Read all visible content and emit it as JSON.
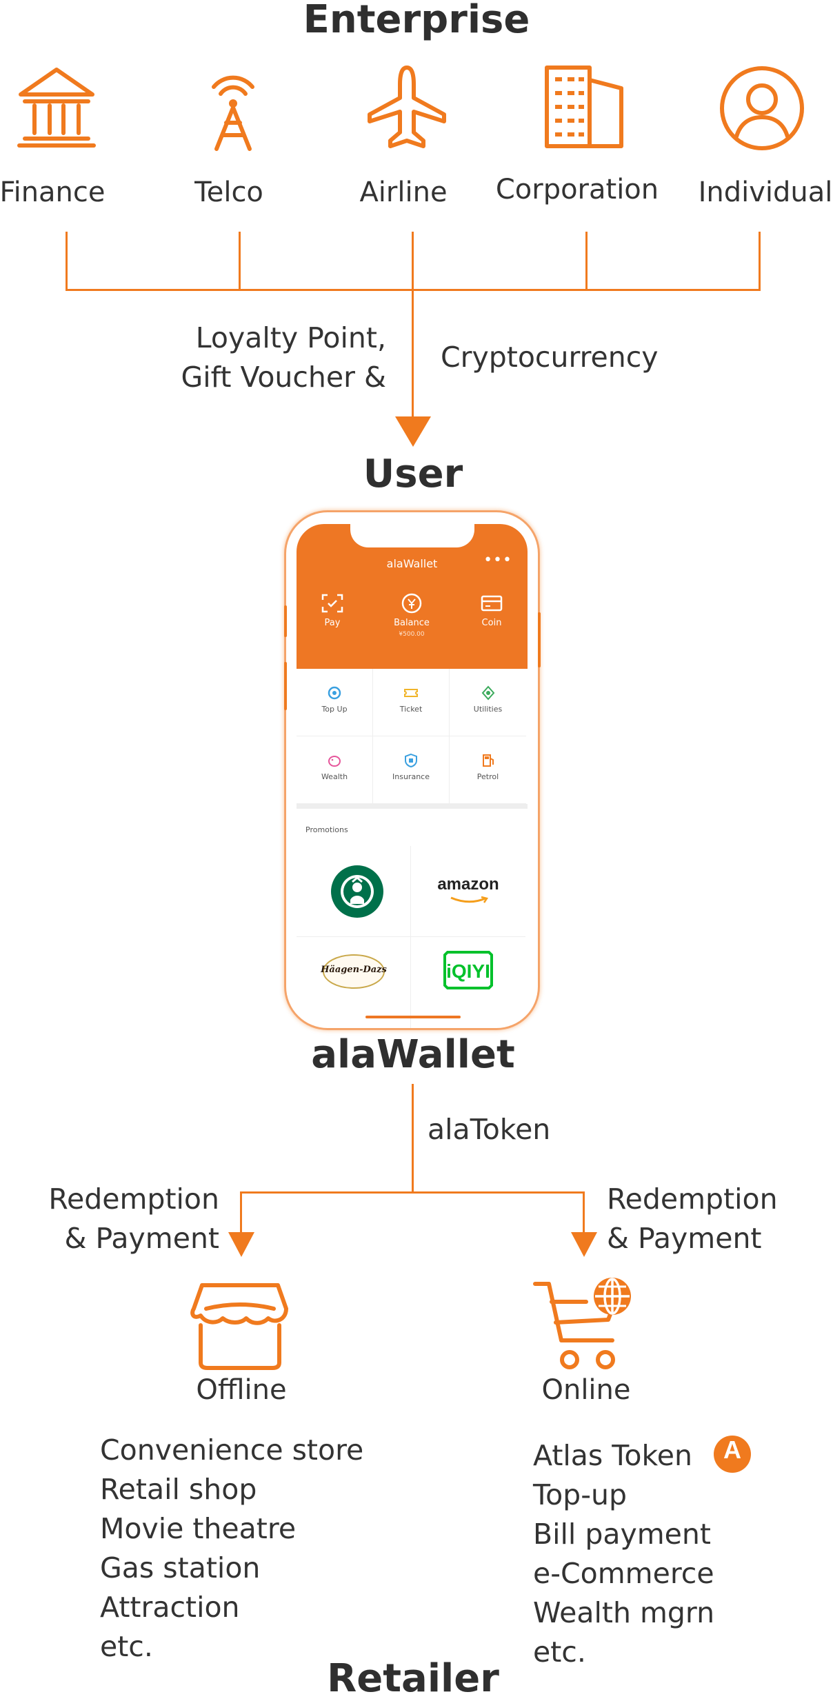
{
  "top": {
    "heading": "Enterprise"
  },
  "enterprises": [
    {
      "label": "Finance",
      "icon": "bank-icon"
    },
    {
      "label": "Telco",
      "icon": "radio-tower-icon"
    },
    {
      "label": "Airline",
      "icon": "airplane-icon"
    },
    {
      "label": "Corporation",
      "icon": "office-building-icon"
    },
    {
      "label": "Individual",
      "icon": "person-icon"
    }
  ],
  "flow_labels": {
    "rewards_line1": "Loyalty Point,",
    "rewards_line2": "Gift Voucher &",
    "crypto": "Cryptocurrency",
    "token": "alaToken",
    "redemption_left_line1": "Redemption",
    "redemption_left_line2": "& Payment",
    "redemption_right_line1": "Redemption",
    "redemption_right_line2": "& Payment"
  },
  "user": {
    "heading": "User"
  },
  "wallet_app": {
    "title": "alaWallet",
    "more": "•••",
    "actions": [
      {
        "label": "Pay",
        "icon": "scan-icon"
      },
      {
        "label": "Balance",
        "icon": "yen-coin-icon",
        "sub": "¥500.00"
      },
      {
        "label": "Coin",
        "icon": "card-icon"
      }
    ],
    "services": [
      {
        "label": "Top Up",
        "icon": "top-up-icon",
        "color": "#3AA0E0"
      },
      {
        "label": "Ticket",
        "icon": "ticket-icon",
        "color": "#F0B429"
      },
      {
        "label": "Utilities",
        "icon": "utilities-icon",
        "color": "#3BAA5C"
      },
      {
        "label": "Wealth",
        "icon": "piggy-bank-icon",
        "color": "#E6559B"
      },
      {
        "label": "Insurance",
        "icon": "shield-icon",
        "color": "#3AA0E0"
      },
      {
        "label": "Petrol",
        "icon": "petrol-pump-icon",
        "color": "#F07A1E"
      }
    ],
    "promotions_title": "Promotions",
    "promotions": [
      {
        "brand": "starbucks-logo"
      },
      {
        "brand": "amazon-logo",
        "text": "amazon"
      },
      {
        "brand": "haagen-dazs-logo",
        "text": "Häagen-Dazs"
      },
      {
        "brand": "iqiyi-logo",
        "text": "iQIYI"
      }
    ]
  },
  "wallet": {
    "heading": "alaWallet"
  },
  "channels": {
    "offline": {
      "label": "Offline",
      "icon": "storefront-icon",
      "items": [
        "Convenience store",
        "Retail shop",
        "Movie theatre",
        "Gas station",
        "Attraction",
        "etc."
      ]
    },
    "online": {
      "label": "Online",
      "icon": "cart-globe-icon",
      "items": [
        "Atlas Token",
        "Top-up",
        "Bill payment",
        "e-Commerce",
        "Wealth mgrn",
        "etc."
      ],
      "badge": "A"
    }
  },
  "bottom": {
    "heading": "Retailer"
  },
  "colors": {
    "accent": "#F07A1E",
    "text": "#333333"
  }
}
